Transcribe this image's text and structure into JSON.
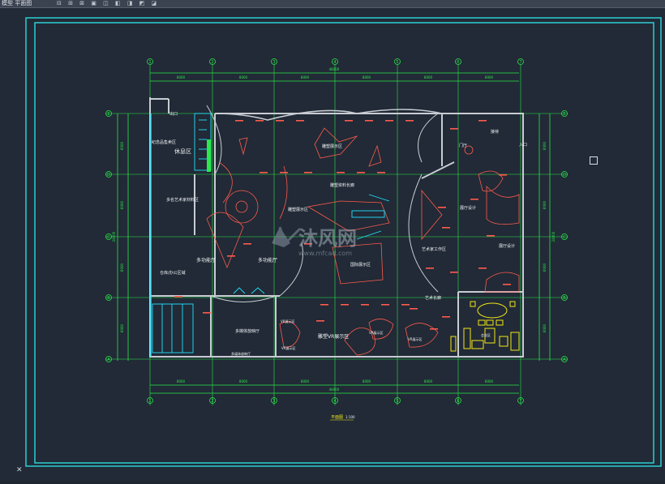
{
  "window": {
    "tab_label": "模型 平面图",
    "toolbar_glyphs": "⊟ ⊞ ⊠ ▣ ◫ ◧ ◨ ◩ ◪"
  },
  "drawing": {
    "grid_columns": [
      "1",
      "2",
      "3",
      "4",
      "5",
      "6",
      "7"
    ],
    "grid_rows": [
      "A",
      "B",
      "C",
      "D",
      "E"
    ],
    "top_dims": [
      "8000",
      "8000",
      "8000",
      "8000",
      "8000",
      "8000"
    ],
    "overall_dim": "48000",
    "side_dims": [
      "6000",
      "6000",
      "6000",
      "6000"
    ],
    "overall_side": "24000",
    "rooms": {
      "entrance": "出口",
      "rest": "休息区",
      "souvenir": "纪念品售卖区",
      "material": "多名艺术家材料区",
      "multi_hall_left": "多功能厅",
      "multi_hall_right": "多功能厅",
      "warehouse": "仓库/办公区域",
      "sculpture": "雕塑展示区",
      "sculpture_top": "雕塑展示区",
      "design_corridor": "雕塑资料长廊",
      "painting": "国际展示区",
      "front_desk": "门厅",
      "reception": "接待",
      "entry": "入口",
      "design_top": "展厅设计",
      "design_right": "展厅设计",
      "office": "艺术家工作区",
      "art_corridor": "艺术长廊",
      "vr_show": "雕塑VR展示区",
      "vr_left": "VR展示区",
      "vr_c": "VR展示区",
      "vr_d": "VR展示区",
      "vr_e": "VR展示区",
      "multimedia": "多媒体放映厅",
      "multimedia_bottom": "多媒体放映厅",
      "meeting": "会议区"
    },
    "title": "平面图",
    "scale": "1:100"
  },
  "watermark": {
    "brand": "沐风网",
    "url": "www.mfcad.com"
  },
  "colors": {
    "background": "#212a36",
    "frame": "#2ad0d4",
    "wall": "#c8ccd2",
    "annotation": "#ff5a4e",
    "grid": "#2be84a",
    "cyan": "#22e0ff",
    "yellow": "#f2e51a"
  }
}
